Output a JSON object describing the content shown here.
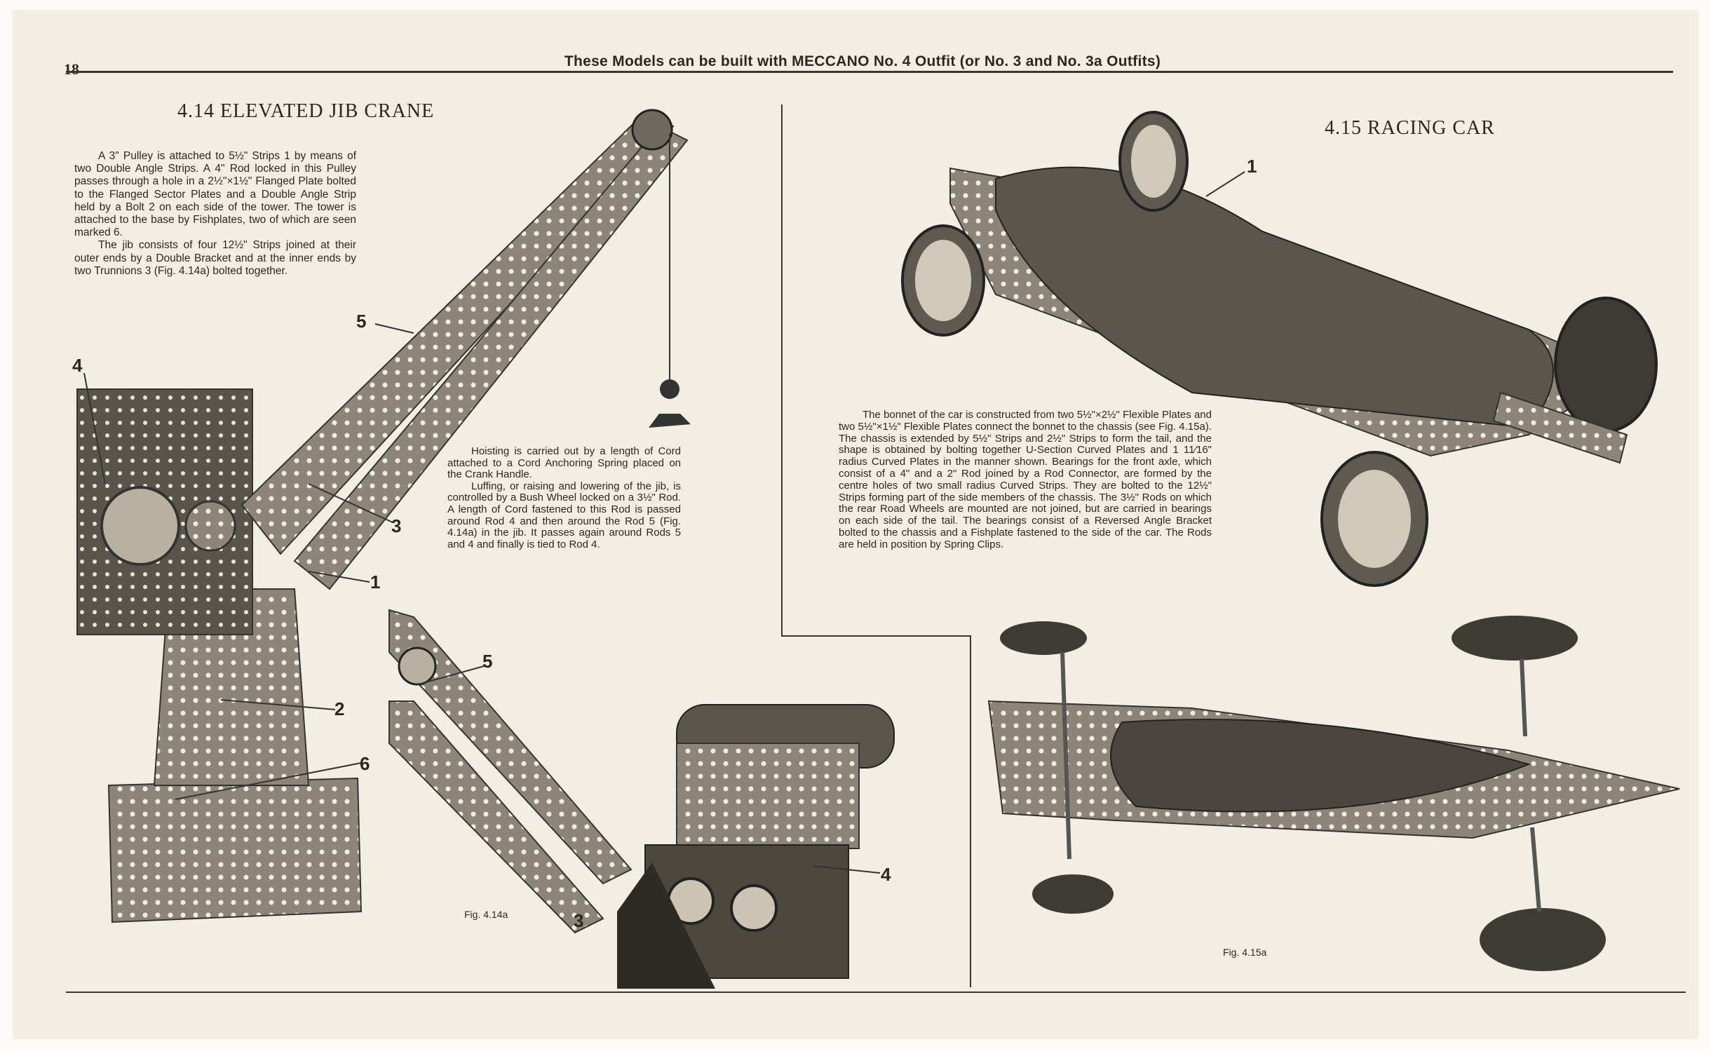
{
  "page_number": "18",
  "header": "These Models can be built with MECCANO No. 4 Outfit (or No. 3 and No. 3a Outfits)",
  "crane": {
    "title": "4.14  ELEVATED JIB CRANE",
    "intro": [
      "A 3\" Pulley is attached to 5½\" Strips 1 by means of two Double Angle Strips. A 4\" Rod locked in this Pulley passes through a hole in a 2½\"×1½\" Flanged Plate bolted to the Flanged Sector Plates and a Double Angle Strip held by a Bolt 2 on each side of the tower. The tower is attached to the base by Fishplates, two of which are seen marked 6.",
      "The jib consists of four 12½\" Strips joined at their outer ends by a Double Bracket and at the inner ends by two Trunnions 3 (Fig. 4.14a) bolted together."
    ],
    "hoisting": [
      "Hoisting is carried out by a length of Cord attached to a Cord Anchoring Spring placed on the Crank Handle.",
      "Luffing, or raising and lowering of the jib, is controlled by a Bush Wheel locked on a 3½\" Rod. A length of Cord fastened to this Rod is passed around Rod 4 and then around the Rod 5 (Fig. 4.14a) in the jib. It passes again around Rods 5 and 4 and finally is tied to Rod 4."
    ],
    "labels": {
      "l1": "1",
      "l2": "2",
      "l3": "3",
      "l4": "4",
      "l5": "5",
      "l6": "6"
    },
    "fig_caption": "Fig. 4.14a",
    "fig_labels": {
      "l3": "3",
      "l4": "4",
      "l5": "5"
    }
  },
  "car": {
    "title": "4.15  RACING CAR",
    "description": [
      "The bonnet of the car is constructed from two 5½\"×2½\" Flexible Plates and two 5½\"×1½\" Flexible Plates connect the bonnet to the chassis (see Fig. 4.15a). The chassis is extended by 5½\" Strips and 2½\" Strips to form the tail, and the shape is obtained by bolting together U-Section Curved Plates and 1 11⁄16\" radius Curved Plates in the manner shown. Bearings for the front axle, which consist of a 4\" and a 2\" Rod joined by a Rod Connector, are formed by the centre holes of two small radius Curved Strips. They are bolted to the 12½\" Strips forming part of the side members of the chassis. The 3½\" Rods on which the rear Road Wheels are mounted are not joined, but are carried in bearings on each side of the tail. The bearings consist of a Reversed Angle Bracket bolted to the chassis and a Fishplate fastened to the side of the car. The Rods are held in position by Spring Clips."
    ],
    "labels": {
      "l1": "1"
    },
    "fig_caption": "Fig. 4.15a"
  }
}
